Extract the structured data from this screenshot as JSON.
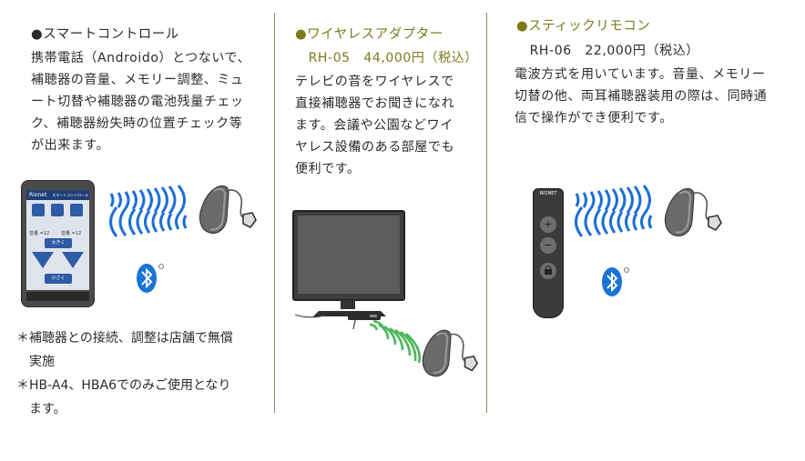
{
  "col1": {
    "heading": "●スマートコントロール",
    "body": [
      "携帯電話（Androido）とつないで、",
      "補聴器の音量、メモリー調整、ミュ",
      "ート切替や補聴器の電池残量チェッ",
      "ク、補聴器紛失時の位置チェック等",
      "が出来ます。"
    ],
    "notes": [
      "＊補聴器との接続、調整は店舗で無償",
      "　実施",
      "＊HB-A4、HBA6でのみご使用となり",
      "　ます。"
    ],
    "phone_screen": {
      "brand": "Rionet",
      "title": "スマートコントロール",
      "left_level": "音量 =12",
      "right_level": "音量 =12",
      "up_label": "大きく",
      "down_label": "小さく"
    }
  },
  "col2": {
    "heading": "●ワイヤレスアダプター",
    "price_line": "　RH-05　44,000円（税込）",
    "body": [
      "テレビの音をワイヤレスで",
      "直接補聴器でお聞きになれ",
      "ます。会議や公園などワイ",
      "ヤレス設備のある部屋でも",
      "便利です。"
    ]
  },
  "col3": {
    "heading": "●スティックリモコン",
    "price_line": "　RH-06　22,000円（税込）",
    "body": [
      "電波方式を用いています。音量、メモリー",
      "切替の他、両耳補聴器装用の際は、同時通",
      "信で操作ができ便利です。"
    ],
    "remote_brand": "RIONET"
  },
  "colors": {
    "heading_olive": "#7c7a1c",
    "wave_blue": "#1c6fd6",
    "wave_green": "#4ab85a",
    "bluetooth": "#1a73d6"
  }
}
